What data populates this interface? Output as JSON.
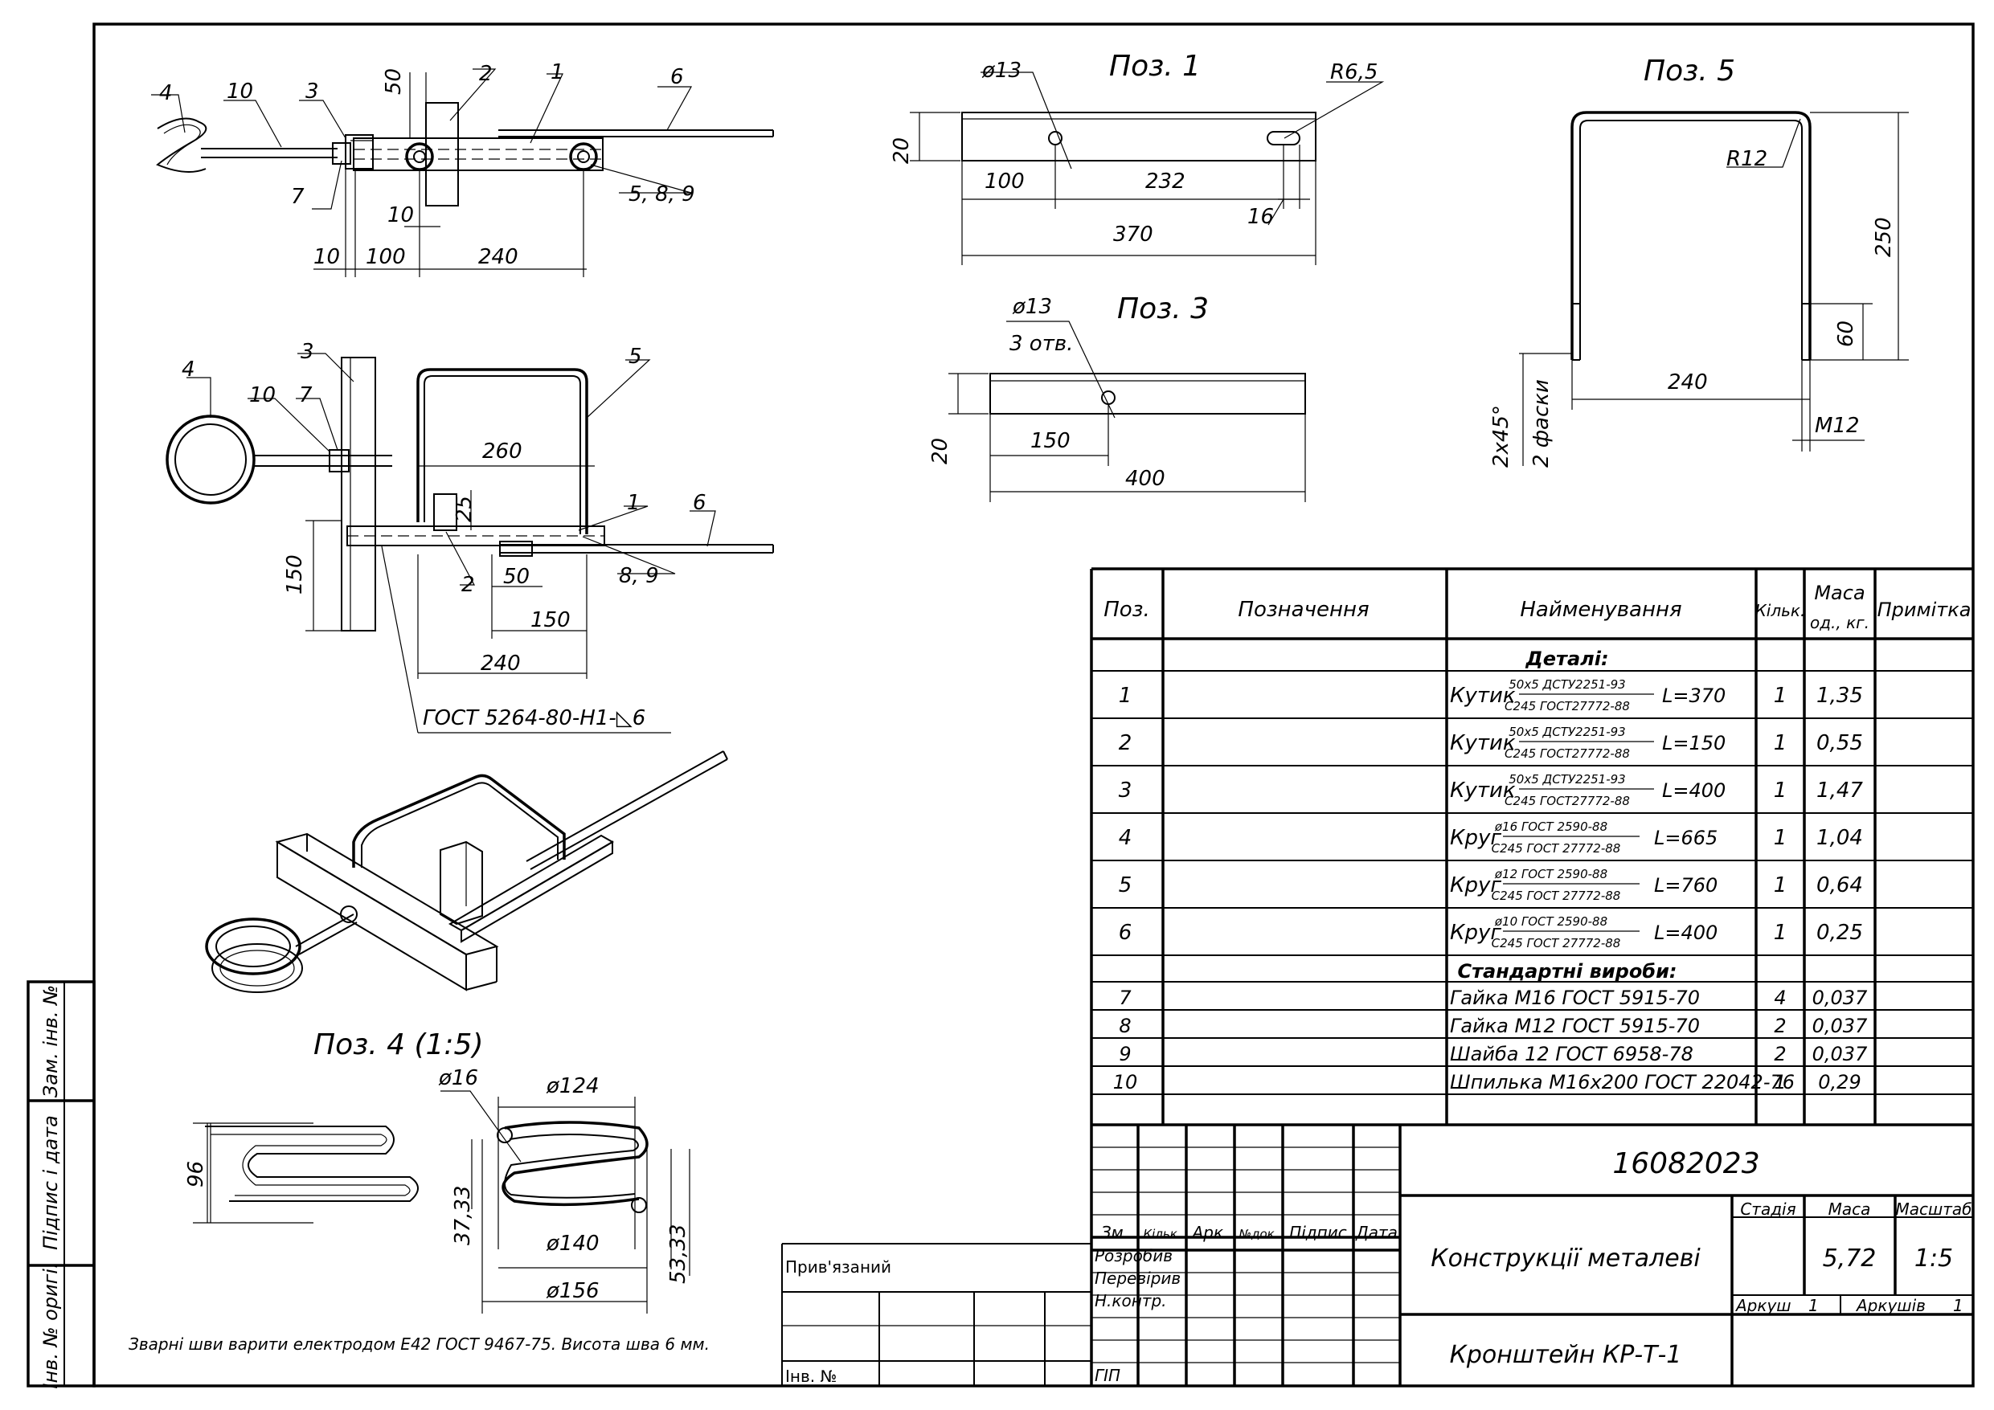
{
  "title_block": {
    "doc_number": "16082023",
    "title": "Конструкції металеві",
    "part_name": "Кронштейн КР-Т-1",
    "stage_label": "Стадія",
    "mass_label": "Маса",
    "scale_label": "Масштаб",
    "mass_value": "5,72",
    "scale_value": "1:5",
    "sheet_label": "Аркуш",
    "sheet_value": "1",
    "sheets_label": "Аркушів",
    "sheets_value": "1",
    "change_headers": [
      "Зм.",
      "Кільк.",
      "Арк.",
      "№док.",
      "Підпис",
      "Дата"
    ],
    "roles": [
      "Розробив",
      "Перевірив",
      "Н.контр.",
      "ГІП"
    ],
    "attached_label": "Прив'язаний",
    "inv_label": "Інв. №",
    "side_labels": [
      "Зам. інв. №",
      "Підпис і дата",
      "Інв. № оригі."
    ]
  },
  "spec": {
    "headers": {
      "pos": "Поз.",
      "designation": "Позначення",
      "name": "Найменування",
      "qty": "Кільк.",
      "mass_1": "Маса",
      "mass_2": "од., кг.",
      "note": "Примітка"
    },
    "section_parts": "Деталі:",
    "section_std": "Стандартні вироби:",
    "parts": [
      {
        "pos": "1",
        "name": "Кутик",
        "num": "50x5 ДСТУ2251-93",
        "den": "С245 ГОСТ27772-88",
        "len": "L=370",
        "qty": "1",
        "mass": "1,35"
      },
      {
        "pos": "2",
        "name": "Кутик",
        "num": "50x5 ДСТУ2251-93",
        "den": "С245 ГОСТ27772-88",
        "len": "L=150",
        "qty": "1",
        "mass": "0,55"
      },
      {
        "pos": "3",
        "name": "Кутик",
        "num": "50x5 ДСТУ2251-93",
        "den": "С245 ГОСТ27772-88",
        "len": "L=400",
        "qty": "1",
        "mass": "1,47"
      },
      {
        "pos": "4",
        "name": "Круг",
        "num": "ø16 ГОСТ 2590-88",
        "den": "С245 ГОСТ 27772-88",
        "len": "L=665",
        "qty": "1",
        "mass": "1,04"
      },
      {
        "pos": "5",
        "name": "Круг",
        "num": "ø12 ГОСТ 2590-88",
        "den": "С245 ГОСТ 27772-88",
        "len": "L=760",
        "qty": "1",
        "mass": "0,64"
      },
      {
        "pos": "6",
        "name": "Круг",
        "num": "ø10 ГОСТ 2590-88",
        "den": "С245 ГОСТ 27772-88",
        "len": "L=400",
        "qty": "1",
        "mass": "0,25"
      }
    ],
    "standard": [
      {
        "pos": "7",
        "name": "Гайка М16 ГОСТ 5915-70",
        "qty": "4",
        "mass": "0,037"
      },
      {
        "pos": "8",
        "name": "Гайка М12 ГОСТ 5915-70",
        "qty": "2",
        "mass": "0,037"
      },
      {
        "pos": "9",
        "name": "Шайба 12 ГОСТ 6958-78",
        "qty": "2",
        "mass": "0,037"
      },
      {
        "pos": "10",
        "name": "Шпилька М16x200 ГОСТ 22042-76",
        "qty": "1",
        "mass": "0,29"
      }
    ]
  },
  "views": {
    "poz1": {
      "title": "Поз. 1",
      "dims": [
        "ø13",
        "R6,5",
        "20",
        "100",
        "232",
        "16",
        "370"
      ]
    },
    "poz3": {
      "title": "Поз. 3",
      "dims": [
        "ø13",
        "3 отв.",
        "20",
        "150",
        "400"
      ]
    },
    "poz5": {
      "title": "Поз. 5",
      "dims": [
        "R12",
        "250",
        "60",
        "240",
        "M12",
        "2x45°",
        "2 фаски"
      ]
    },
    "poz4": {
      "title": "Поз. 4 (1:5)",
      "dims": [
        "96",
        "ø16",
        "ø124",
        "37,33",
        "ø140",
        "53,33",
        "ø156"
      ]
    },
    "assembly_top": {
      "callouts": [
        "4",
        "10",
        "3",
        "50",
        "2",
        "1",
        "6",
        "7",
        "5, 8, 9"
      ],
      "dims": [
        "10",
        "10",
        "100",
        "240"
      ]
    },
    "assembly_side": {
      "callouts": [
        "4",
        "10",
        "7",
        "3",
        "5",
        "1",
        "6",
        "2",
        "8, 9"
      ],
      "dims": [
        "260",
        "25",
        "150",
        "50",
        "150",
        "240"
      ],
      "weld": "ГОСТ 5264-80-Н1-◺6"
    }
  },
  "note": "Зварні шви варити електродом Е42 ГОСТ 9467-75. Висота шва 6 мм."
}
